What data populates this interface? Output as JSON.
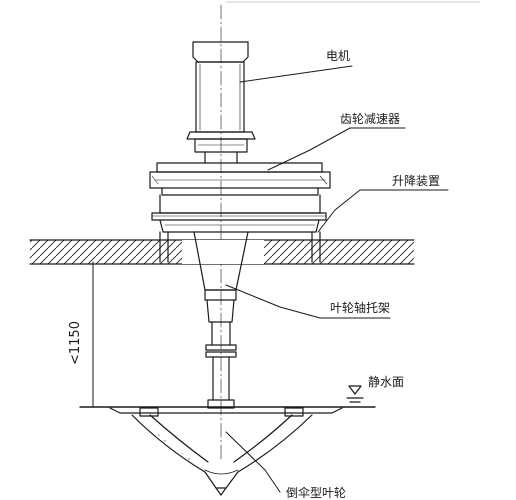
{
  "diagram": {
    "labels": {
      "motor": "电机",
      "gear_reducer": "齿轮减速器",
      "lifting_device": "升降装置",
      "impeller_shaft_bracket": "叶轮轴托架",
      "still_water_surface": "静水面",
      "inverted_umbrella_impeller": "倒伞型叶轮"
    },
    "dimension": "<1150"
  }
}
